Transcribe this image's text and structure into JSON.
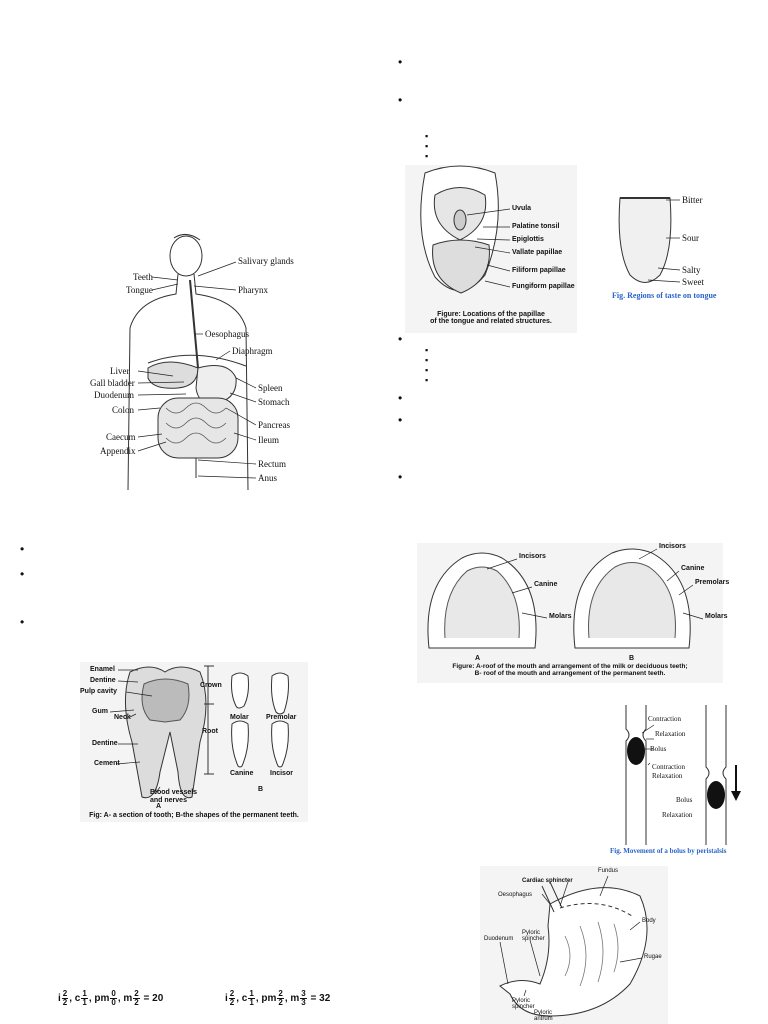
{
  "digestive_system": {
    "labels_left": [
      "Teeth",
      "Tongue",
      "Liver",
      "Gall bladder",
      "Duodenum",
      "Colon",
      "Caecum",
      "Appendix"
    ],
    "labels_right": [
      "Salivary glands",
      "Pharynx",
      "Oesophagus",
      "Diaphragm",
      "Spleen",
      "Stomach",
      "Pancreas",
      "Ileum",
      "Rectum",
      "Anus"
    ]
  },
  "tongue_figure": {
    "labels": [
      "Uvula",
      "Palatine tonsil",
      "Epiglottis",
      "Vallate papillae",
      "Filiform papillae",
      "Fungiform papillae"
    ],
    "caption": "Figure: Locations of the papillae\nof the tongue and related structures."
  },
  "taste_figure": {
    "labels": [
      "Bitter",
      "Sour",
      "Salty",
      "Sweet"
    ],
    "caption": "Fig. Regions of taste on tongue"
  },
  "mouth_roof_figure": {
    "labels": [
      "Incisors",
      "Canine",
      "Molars",
      "Incisors",
      "Canine",
      "Premolars",
      "Molars"
    ],
    "panel_a": "A",
    "panel_b": "B",
    "caption": "Figure: A-roof of the mouth and arrangement of the milk or deciduous teeth;\nB-  roof of the mouth and  arrangement of the permanent teeth."
  },
  "tooth_figure": {
    "labels_left": [
      "Enamel",
      "Dentine",
      "Pulp cavity",
      "Gum",
      "Neck",
      "Dentine",
      "Cement"
    ],
    "crown": "Crown",
    "root": "Root",
    "vessels": "Blood vessels\nand nerves",
    "tooth_types": [
      "Molar",
      "Premolar",
      "Canine",
      "Incisor"
    ],
    "panel_a": "A",
    "panel_b": "B",
    "caption": "Fig: A- a section of tooth; B-the shapes of the permanent teeth."
  },
  "peristalsis_figure": {
    "labels": [
      "Contraction",
      "Relaxation",
      "Bolus",
      "Contraction",
      "Relaxation",
      "Bolus",
      "Relaxation"
    ],
    "caption": "Fig. Movement of a bolus by peristalsis"
  },
  "stomach_figure": {
    "labels": [
      "Fundus",
      "Cardiac sphincter",
      "Oesophagus",
      "Body",
      "Pyloric\nspincher",
      "Duodenum",
      "Rugae",
      "Pyloric\nspincher",
      "Pyloric\nantrum"
    ]
  },
  "formulas": {
    "milk": {
      "i": [
        "2",
        "2"
      ],
      "c": [
        "1",
        "1"
      ],
      "pm": [
        "0",
        "0"
      ],
      "m": [
        "2",
        "2"
      ],
      "total": "20"
    },
    "permanent": {
      "i": [
        "2",
        "2"
      ],
      "c": [
        "1",
        "1"
      ],
      "pm": [
        "2",
        "2"
      ],
      "m": [
        "3",
        "3"
      ],
      "total": "32"
    }
  }
}
